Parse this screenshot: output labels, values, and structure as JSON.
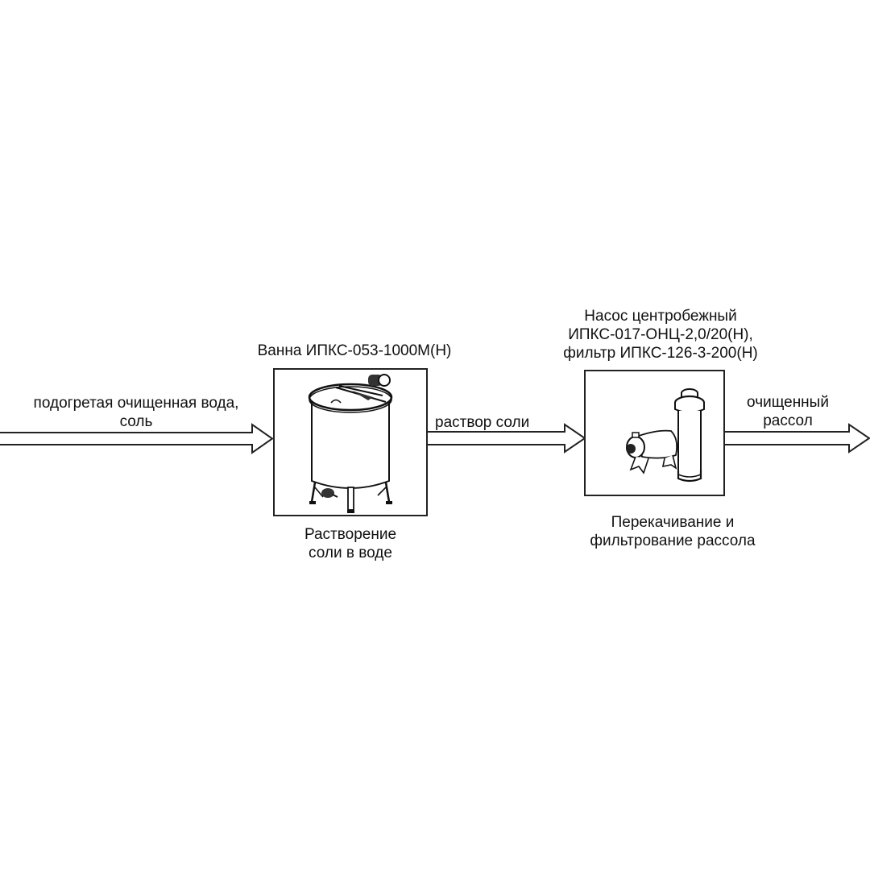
{
  "diagram": {
    "inputs": {
      "label_line1": "подогретая очищенная вода,",
      "label_line2": "соль"
    },
    "stage1": {
      "equipment_label": "Ванна ИПКС-053-1000М(Н)",
      "process_line1": "Растворение",
      "process_line2": "соли в воде",
      "icon": "tank-with-mixer-icon"
    },
    "flow1": {
      "label": "раствор соли"
    },
    "stage2": {
      "equipment_line1": "Насос центробежный",
      "equipment_line2": "ИПКС-017-ОНЦ-2,0/20(Н),",
      "equipment_line3": "фильтр ИПКС-126-3-200(Н)",
      "process_line1": "Перекачивание и",
      "process_line2": "фильтрование рассола",
      "icons": [
        "centrifugal-pump-icon",
        "filter-cartridge-icon"
      ]
    },
    "output": {
      "label_line1": "очищенный",
      "label_line2": "рассол"
    }
  }
}
